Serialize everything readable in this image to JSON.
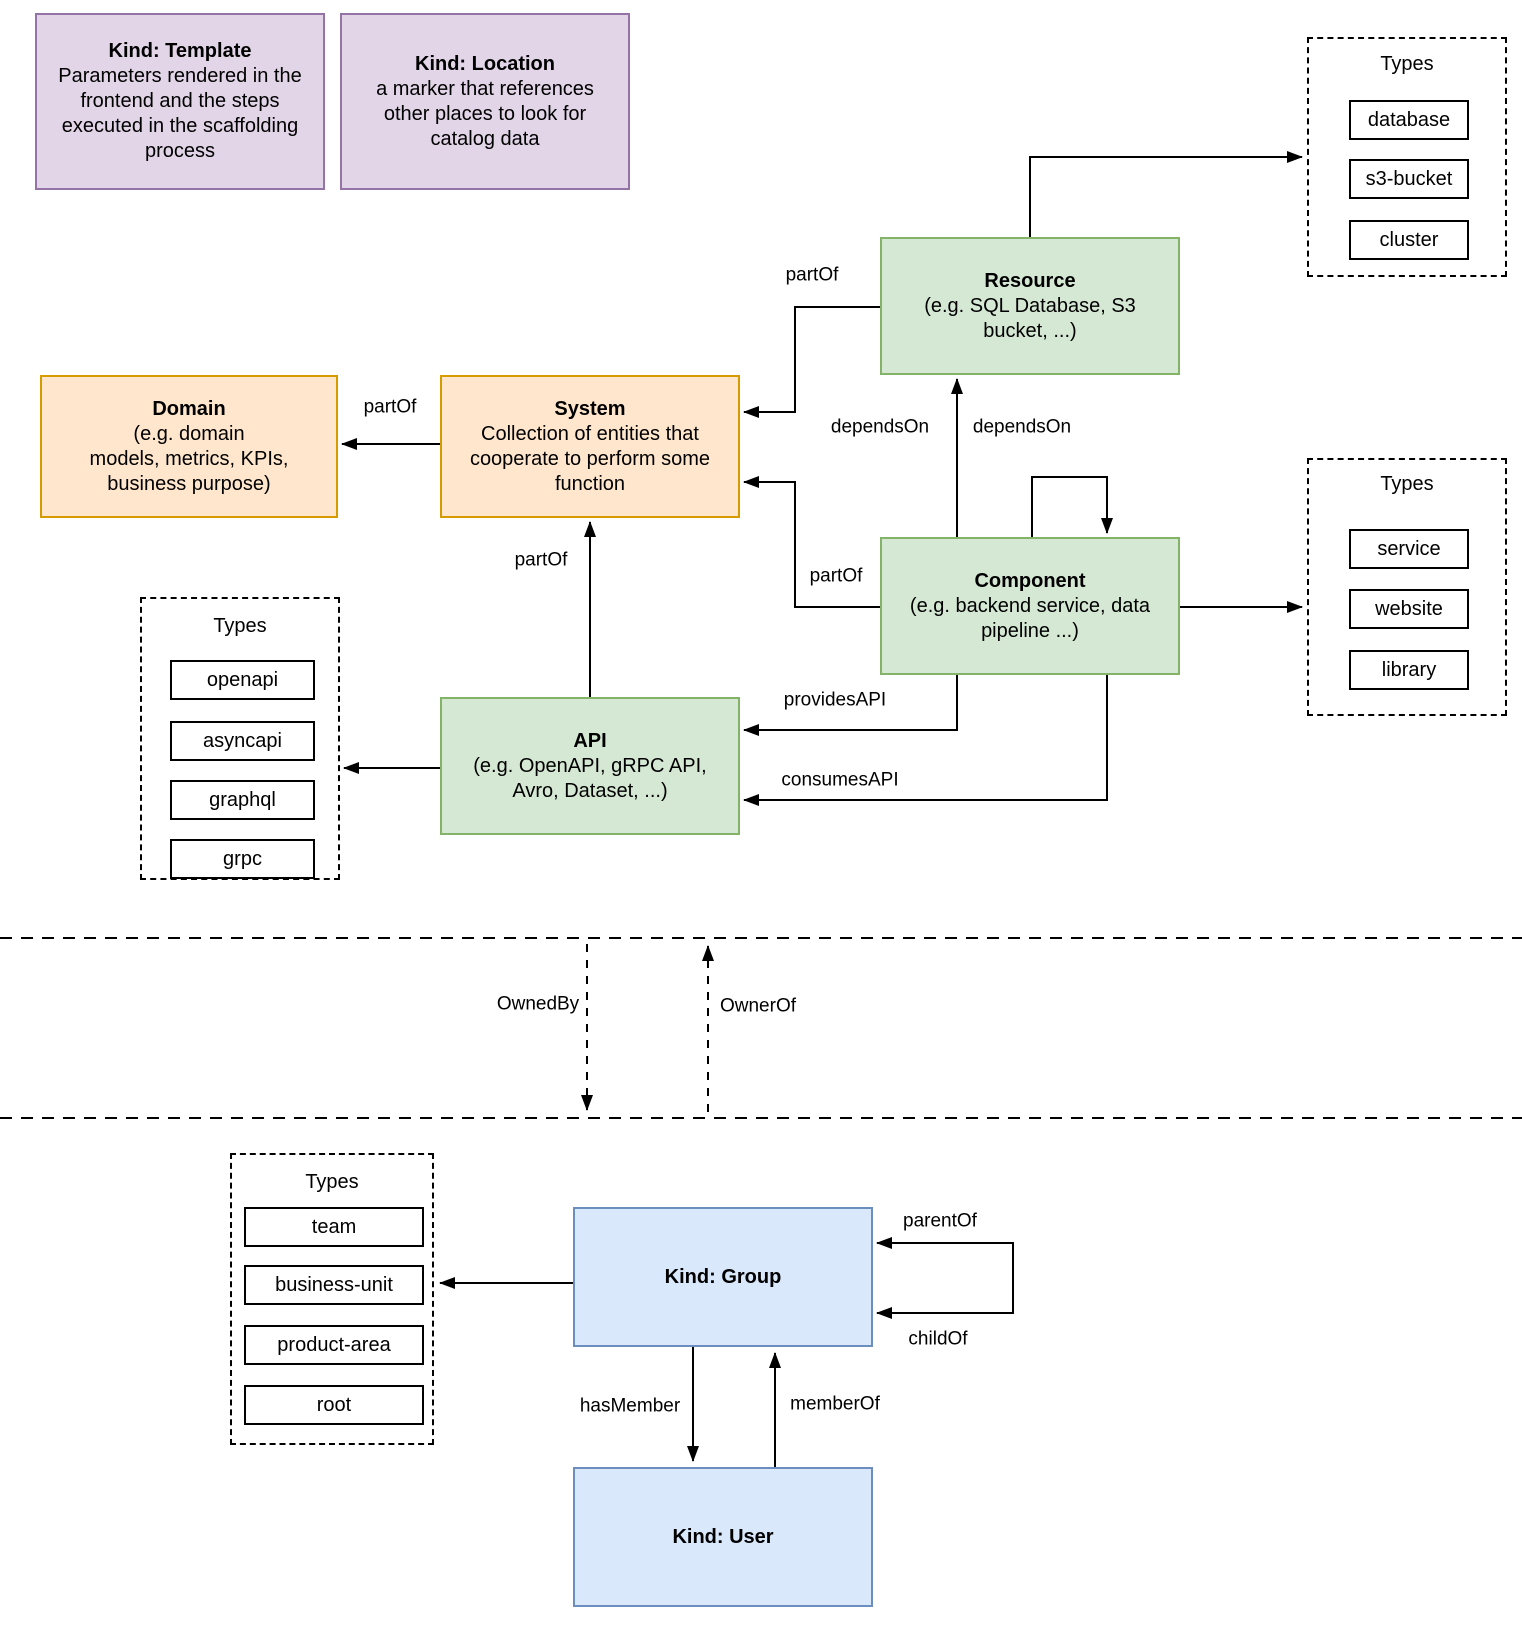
{
  "colors": {
    "purple_fill": "#E1D5E7",
    "purple_border": "#9673A6",
    "orange_fill": "#FFE6CC",
    "orange_border": "#D79B00",
    "green_fill": "#D5E8D4",
    "green_border": "#82B366",
    "blue_fill": "#DAE8FC",
    "blue_border": "#6C8EBF",
    "line": "#000000"
  },
  "kind_boxes": {
    "template": {
      "title": "Kind: Template",
      "body": "Parameters rendered in the\nfrontend and the steps\nexecuted in  the scaffolding\nprocess"
    },
    "location": {
      "title": "Kind: Location",
      "body": "a marker that references\nother places to look for\ncatalog data"
    }
  },
  "entities": {
    "resource": {
      "title": "Resource",
      "body": "(e.g. SQL Database, S3\nbucket, ...)"
    },
    "domain": {
      "title": "Domain",
      "body": "(e.g.  domain\nmodels, metrics, KPIs,\nbusiness purpose)"
    },
    "system": {
      "title": "System",
      "body": "Collection of entities that\ncooperate to perform some\nfunction"
    },
    "component": {
      "title": "Component",
      "body": "(e.g. backend service, data\npipeline ...)"
    },
    "api": {
      "title": "API",
      "body": "(e.g. OpenAPI, gRPC API,\nAvro, Dataset, ...)"
    },
    "group": {
      "title": "Kind: Group"
    },
    "user": {
      "title": "Kind: User"
    }
  },
  "type_panels": {
    "resource_types": {
      "header": "Types",
      "items": [
        "database",
        "s3-bucket",
        "cluster"
      ]
    },
    "component_types": {
      "header": "Types",
      "items": [
        "service",
        "website",
        "library"
      ]
    },
    "api_types": {
      "header": "Types",
      "items": [
        "openapi",
        "asyncapi",
        "graphql",
        "grpc"
      ]
    },
    "group_types": {
      "header": "Types",
      "items": [
        "team",
        "business-unit",
        "product-area",
        "root"
      ]
    }
  },
  "edge_labels": {
    "partof_system_domain": "partOf",
    "partof_resource_system": "partOf",
    "partof_component_system": "partOf",
    "partof_api_system": "partOf",
    "dependson_component_resource": "dependsOn",
    "dependson_component_self": "dependsOn",
    "providesapi": "providesAPI",
    "consumesapi": "consumesAPI",
    "ownedby": "OwnedBy",
    "ownerof": "OwnerOf",
    "parentof": "parentOf",
    "childof": "childOf",
    "hasmember": "hasMember",
    "memberof": "memberOf"
  }
}
